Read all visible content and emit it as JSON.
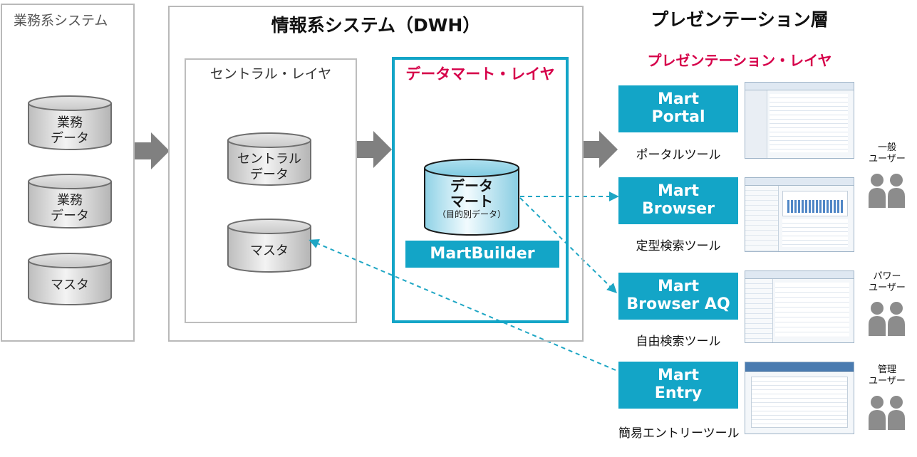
{
  "operational": {
    "title": "業務系システム",
    "dbs": [
      {
        "line1": "業務",
        "line2": "データ"
      },
      {
        "line1": "業務",
        "line2": "データ"
      },
      {
        "line1": "マスタ",
        "line2": ""
      }
    ]
  },
  "dwh": {
    "title": "情報系システム（DWH）",
    "central": {
      "title": "セントラル・レイヤ",
      "dbs": [
        {
          "line1": "セントラル",
          "line2": "データ"
        },
        {
          "line1": "マスタ",
          "line2": ""
        }
      ]
    },
    "datamart": {
      "title": "データマート・レイヤ",
      "db": {
        "line1": "データ",
        "line2": "マート",
        "line3": "（目的別データ）"
      },
      "product": "MartBuilder"
    }
  },
  "presentation": {
    "title": "プレゼンテーション層",
    "layer_title": "プレゼンテーション・レイヤ",
    "tools": [
      {
        "name_line1": "Mart",
        "name_line2": "Portal",
        "desc": "ポータルツール"
      },
      {
        "name_line1": "Mart",
        "name_line2": "Browser",
        "desc": "定型検索ツール"
      },
      {
        "name_line1": "Mart",
        "name_line2": "Browser AQ",
        "desc": "自由検索ツール"
      },
      {
        "name_line1": "Mart",
        "name_line2": "Entry",
        "desc": "簡易エントリーツール"
      }
    ],
    "users": [
      {
        "line1": "一般",
        "line2": "ユーザー"
      },
      {
        "line1": "パワー",
        "line2": "ユーザー"
      },
      {
        "line1": "管理",
        "line2": "ユーザー"
      }
    ]
  },
  "colors": {
    "accent": "#13a5c7",
    "highlight_text": "#d6004a",
    "arrow_gray": "#808080",
    "dash_line": "#1ea6c4"
  }
}
